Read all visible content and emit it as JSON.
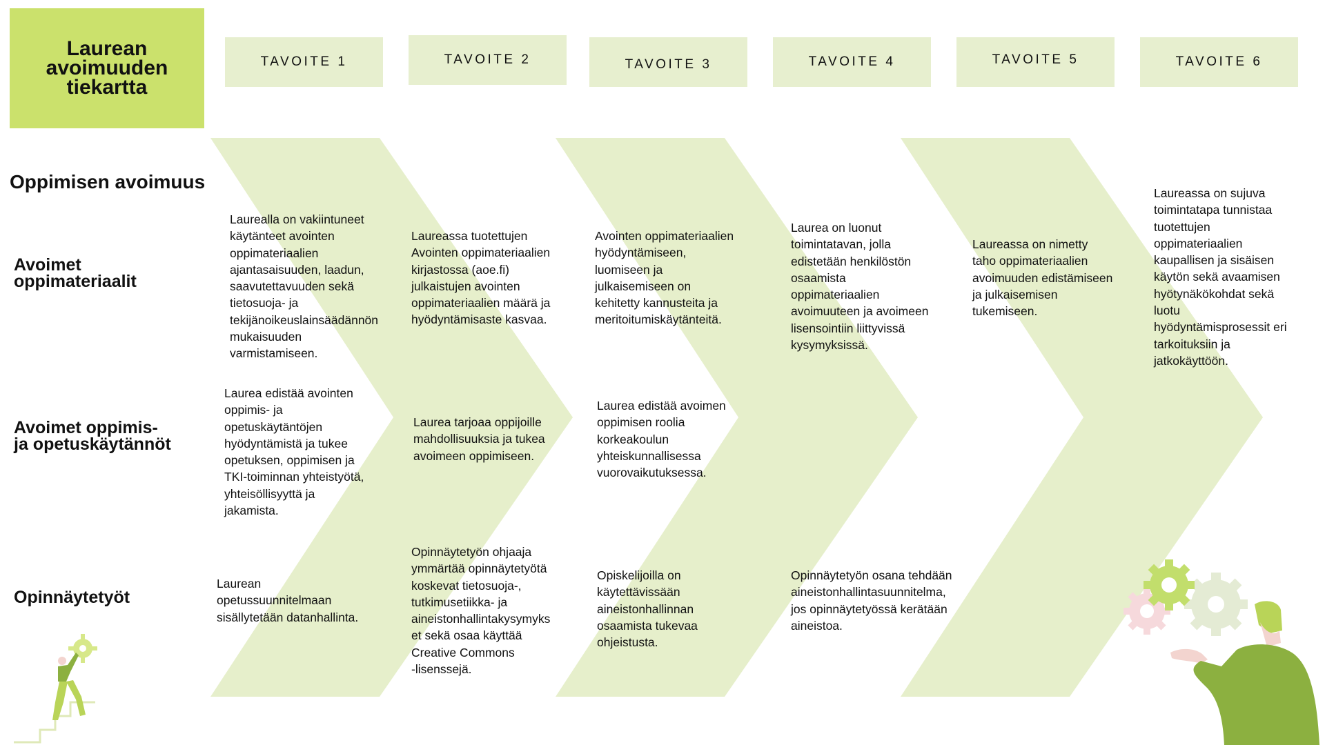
{
  "title": "Laurean\navoimuuden\ntiekartta",
  "goals": [
    "TAVOITE 1",
    "TAVOITE 2",
    "TAVOITE 3",
    "TAVOITE 4",
    "TAVOITE 5",
    "TAVOITE 6"
  ],
  "section_title": "Oppimisen avoimuus",
  "rows": {
    "materials": "Avoimet\noppimateriaalit",
    "practices": "Avoimet oppimis-\nja opetuskäytännöt",
    "theses": "Opinnäytetyöt"
  },
  "cells": {
    "m1": "Laurealla on vakiintuneet\nkäytänteet avointen\noppimateriaalien\najantasaisuuden, laadun,\nsaavutettavuuden sekä\ntietosuoja- ja\ntekijänoikeuslainsäädännön\nmukaisuuden\nvarmistamiseen.",
    "m2": "Laureassa tuotettujen\nAvointen oppimateriaalien\nkirjastossa (aoe.fi)\njulkaistujen avointen\noppimateriaalien määrä ja\nhyödyntämisaste kasvaa.",
    "m3": "Avointen oppimateriaalien\nhyödyntämiseen,\nluomiseen ja\njulkaisemiseen on\nkehitetty kannusteita ja\nmeritoitumiskäytänteitä.",
    "m4": "Laurea on luonut\ntoimintatavan, jolla\nedistetään henkilöstön\nosaamista\noppimateriaalien\navoimuuteen ja avoimeen\nlisensointiin liittyvissä\nkysymyksissä.",
    "m5": "Laureassa on nimetty\ntaho oppimateriaalien\navoimuuden edistämiseen\nja julkaisemisen\ntukemiseen.",
    "m6": " Laureassa on sujuva\ntoimintatapa tunnistaa\ntuotettujen\noppimateriaalien\nkaupallisen ja sisäisen\nkäytön sekä avaamisen\nhyötynäkökohdat sekä\nluotu\nhyödyntämisprosessit eri\ntarkoituksiin ja\njatkokäyttöön.",
    "p1": "Laurea edistää avointen\noppimis- ja\nopetuskäytäntöjen\nhyödyntämistä ja tukee\nopetuksen, oppimisen ja\nTKI-toiminnan yhteistyötä,\nyhteisöllisyyttä ja\njakamista.",
    "p2": "Laurea tarjoaa oppijoille\nmahdollisuuksia ja tukea\navoimeen oppimiseen.",
    "p3": "Laurea edistää avoimen\noppimisen roolia\nkorkeakoulun\nyhteiskunnallisessa\nvuorovaikutuksessa.",
    "t1": "Laurean\nopetussuunnitelmaan\nsisällytetään datanhallinta.",
    "t2": "Opinnäytetyön ohjaaja\nymmärtää opinnäytetyötä\nkoskevat tietosuoja-,\ntutkimusetiikka- ja\naineistonhallintakysymyks\net sekä osaa käyttää\nCreative Commons\n-lisenssejä.",
    "t3": "Opiskelijoilla on\nkäytettävissään\naineistonhallinnan\nosaamista tukevaa\nohjeistusta.",
    "t4": "Opinnäytetyön osana tehdään\naineistonhallintasuunnitelma,\njos opinnäytetyössä kerätään\naineistoa."
  },
  "colors": {
    "title_bg": "#cbe16c",
    "goal_bg": "#e7efcf",
    "chevron": "#e6efcb",
    "figure_green": "#8cb040",
    "gear_green": "#c2de6c",
    "gear_pink": "#f6d9dc"
  },
  "icons": [
    "climbing-person-icon",
    "person-with-gears-icon"
  ]
}
